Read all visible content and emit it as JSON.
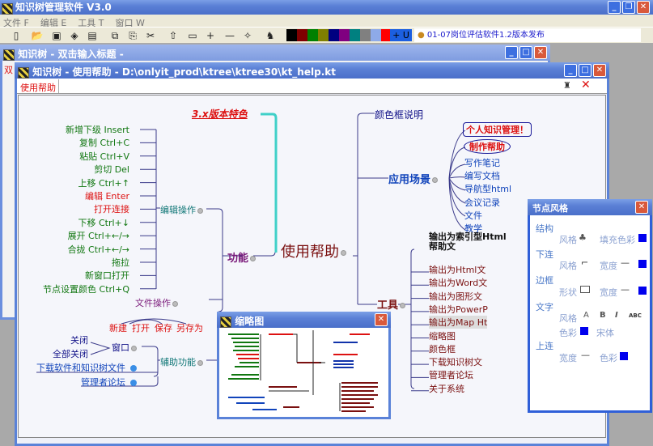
{
  "app": {
    "title": "知识树管理软件 V3.0"
  },
  "menu": [
    "文件 F",
    "编辑 E",
    "工具 T",
    "窗口 W"
  ],
  "toolbar": {
    "underline_label": "+ U",
    "news": "01-07岗位评估软件1.2版本发布",
    "colors": [
      "#000000",
      "#800000",
      "#008000",
      "#808000",
      "#000080",
      "#800080",
      "#008080",
      "#808080",
      "#8eaae8",
      "#ff0000"
    ]
  },
  "window1": {
    "title": "知识树 - 双击输入标题 -",
    "tab_stub": "双"
  },
  "window2": {
    "title": "知识树 - 使用帮助 - D:\\onlyit_prod\\ktree\\ktree30\\kt_help.kt",
    "tab": "使用帮助"
  },
  "map": {
    "root": "使用帮助",
    "features": "3.x版本特色",
    "func": "功能",
    "edit": "编辑操作",
    "edit_items": [
      "新增下级 Insert",
      "复制 Ctrl+C",
      "粘贴 Ctrl+V",
      "剪切 Del",
      "上移 Ctrl+↑",
      "编辑 Enter",
      "打开连接",
      "下移 Ctrl+↓",
      "展开 Ctrl+←/→",
      "合拢 Ctrl+←/→",
      "拖拉",
      "新窗口打开",
      "节点设置颜色 Ctrl+Q"
    ],
    "file": "文件操作",
    "file_items": [
      "新建",
      "打开",
      "保存",
      "另存为"
    ],
    "aux": "辅助功能",
    "window": "窗口",
    "window_items": [
      "关闭",
      "全部关闭"
    ],
    "download": "下载软件和知识树文件",
    "forum": "管理者论坛",
    "colorbox": "颜色框说明",
    "scene": "应用场景",
    "scene_items": [
      "个人知识管理！",
      "制作帮助",
      "写作笔记",
      "编写文档",
      "导航型html",
      "会议记录",
      "文件",
      "教学"
    ],
    "tools": "工具",
    "tool_items": [
      "输出为索引型Html帮助文",
      "输出为Html文",
      "输出为Word文",
      "输出为图形文",
      "输出为PowerP",
      "输出为Map Ht",
      "缩略图",
      "颜色框",
      "下载知识树文",
      "管理者论坛",
      "关于系统"
    ]
  },
  "thumb": {
    "title": "缩略图"
  },
  "style_panel": {
    "title": "节点风格",
    "sections": [
      "结构",
      "下连",
      "边框",
      "文字",
      "上连"
    ],
    "labels": {
      "style": "风格",
      "fill": "填充色彩",
      "width": "宽度",
      "shape": "形状",
      "color": "色彩",
      "font": "宋体",
      "bold": "B",
      "italic": "I",
      "abc": "ABC",
      "a": "A"
    }
  }
}
